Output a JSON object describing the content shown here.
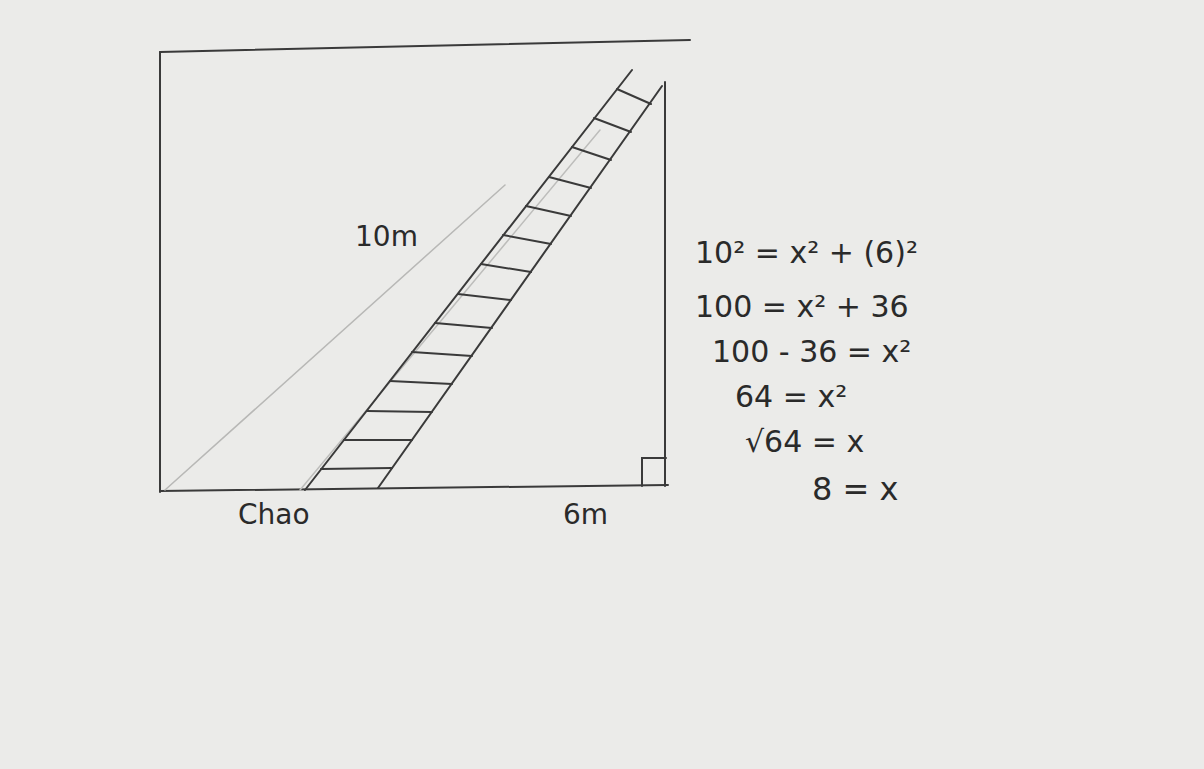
{
  "diagram": {
    "labels": [
      "10m",
      "Chao",
      "6m",
      "10² = x² + (6)²",
      "100 = x² + 36",
      "100 - 36 = x²",
      "64 = x²",
      "√64 = x",
      "8 = x"
    ]
  }
}
